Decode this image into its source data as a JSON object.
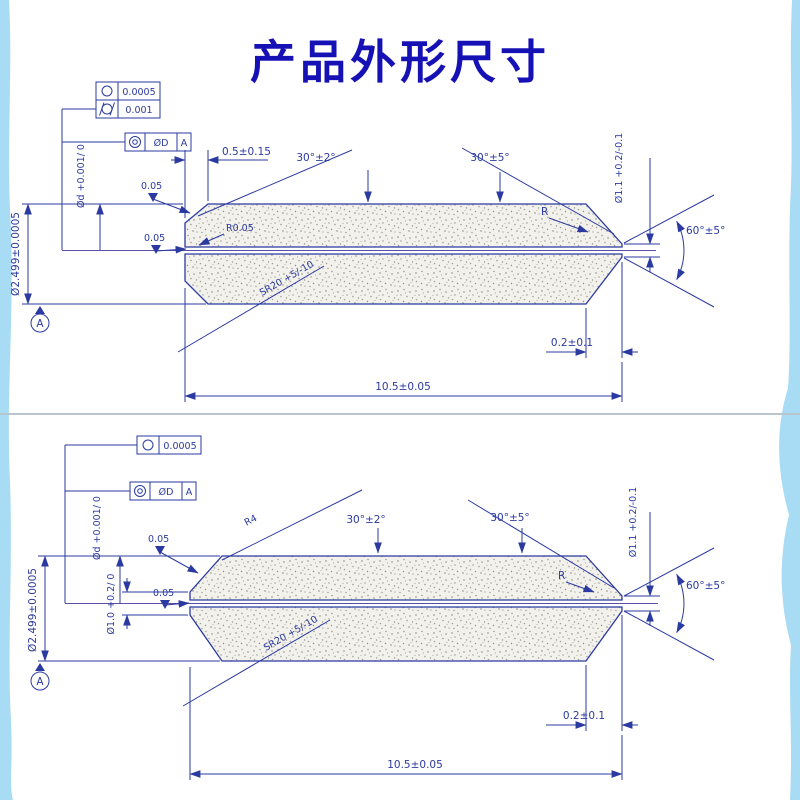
{
  "title": "产品外形尺寸",
  "colors": {
    "line": "#2b3aa0",
    "centerline": "#5a4fa8",
    "title": "#1611b5",
    "edge": "#a8dcf4",
    "body_fill": "#f2f1ec"
  },
  "icons": {
    "circularity-icon": "○",
    "cylindricity-icon": "⌭",
    "concentricity-icon": "◎",
    "datum-flag-icon": "▼",
    "surface-flag-icon": "▼"
  },
  "top_view": {
    "circularity_tol": "0.0005",
    "cylindricity_tol": "0.001",
    "concentricity_tol": "ØD",
    "concentricity_datum": "A",
    "shaft_dia": "Ød +0.001/ 0",
    "face_tol_upper": "0.05",
    "face_tol_lower": "0.05",
    "chamfer_len": "0.5±0.15",
    "chamfer_angle": "30°±2°",
    "cone_lead_angle": "30°±5°",
    "tip_dia": "Ø1.1 +0.2/-0.1",
    "blend_radius": "R",
    "tip_angle": "60°±5°",
    "edge_radius": "R0.05",
    "sphere_radius": "SR20 +5/-10",
    "outer_dia": "Ø2.499±0.0005",
    "datum": "A",
    "tip_len": "0.2±0.1",
    "overall_len": "10.5±0.05"
  },
  "bottom_view": {
    "circularity_tol": "0.0005",
    "concentricity_tol": "ØD",
    "concentricity_datum": "A",
    "shaft_dia": "Ød +0.001/ 0",
    "face_tol_upper": "0.05",
    "face_tol_lower": "0.05",
    "left_radius": "R4",
    "chamfer_angle": "30°±2°",
    "cone_lead_angle": "30°±5°",
    "tip_dia": "Ø1.1 +0.2/-0.1",
    "blend_radius": "R",
    "tip_angle": "60°±5°",
    "left_flat_dia": "Ø1.0 +0.2/ 0",
    "sphere_radius": "SR20 +5/-10",
    "outer_dia": "Ø2.499±0.0005",
    "datum": "A",
    "tip_len": "0.2±0.1",
    "overall_len": "10.5±0.05"
  }
}
